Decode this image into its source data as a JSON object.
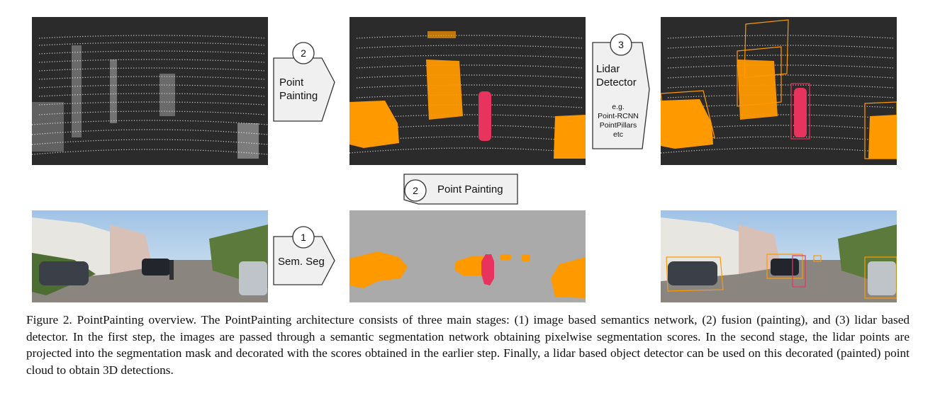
{
  "steps": {
    "paint_top": {
      "num": "2",
      "label_line1": "Point",
      "label_line2": "Painting"
    },
    "detector": {
      "num": "3",
      "label_line1": "Lidar",
      "label_line2": "Detector",
      "examples": [
        "e.g.",
        "Point-RCNN",
        "PointPillars",
        "etc"
      ]
    },
    "paint_mid": {
      "num": "2",
      "label": "Point Painting"
    },
    "semseg": {
      "num": "1",
      "label": "Sem. Seg"
    }
  },
  "colors": {
    "car": "#ff9900",
    "pedestrian": "#e8335f",
    "lidar_bg": "#2b2b2b",
    "seg_bg": "#aaaaaa"
  },
  "caption": "Figure 2. PointPainting overview.  The PointPainting architecture consists of three main stages: (1) image based semantics network, (2) fusion (painting), and (3) lidar based detector. In the first step, the images are passed through a semantic segmentation network obtaining pixelwise segmentation scores. In the second stage, the lidar points are projected into the segmentation mask and decorated with the scores obtained in the earlier step. Finally, a lidar based object detector can be used on this decorated (painted) point cloud to obtain 3D detections."
}
